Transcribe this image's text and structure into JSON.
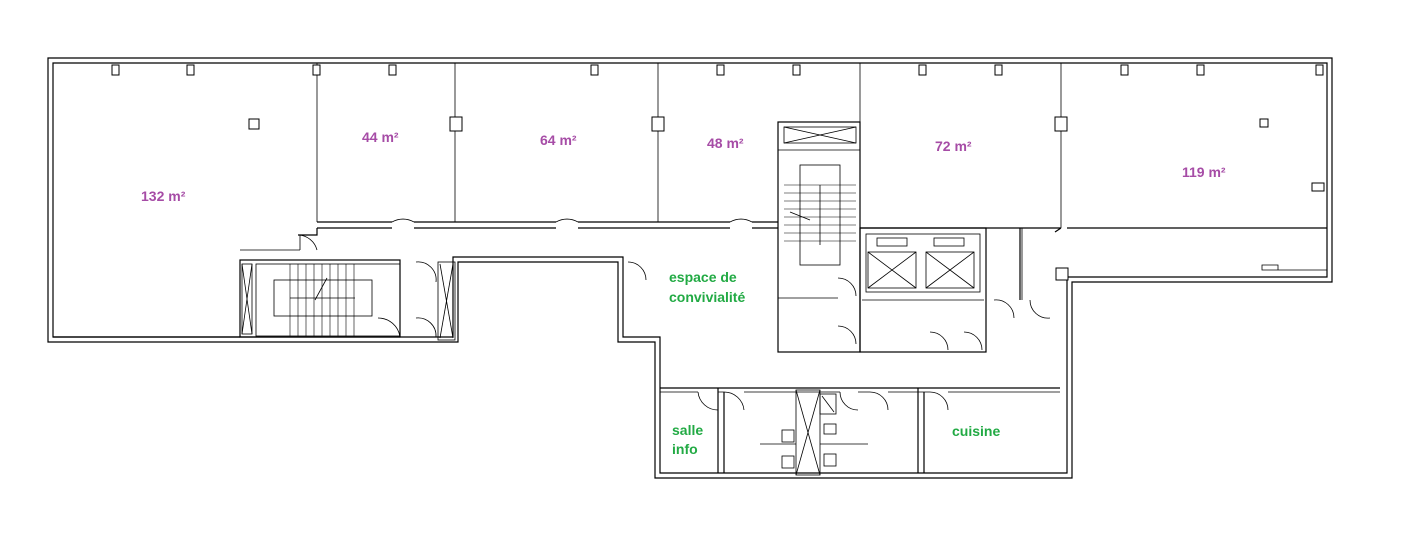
{
  "colors": {
    "area_label": "#a64ca6",
    "function_label": "#22aa44"
  },
  "rooms": {
    "room_132": "132 m²",
    "room_44": "44 m²",
    "room_64": "64 m²",
    "room_48": "48 m²",
    "room_72": "72 m²",
    "room_119": "119 m²"
  },
  "spaces": {
    "espace_line1": "espace de",
    "espace_line2": "convivialité",
    "salle_line1": "salle",
    "salle_line2": "info",
    "cuisine": "cuisine"
  }
}
